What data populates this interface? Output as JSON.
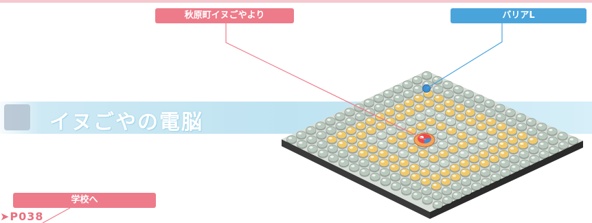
{
  "labels": {
    "akihabara": "秋原町イヌごやより",
    "barrier": "バリアL",
    "school": "学校へ",
    "school_page": "P038"
  },
  "title": {
    "text": "イヌごやの電脳",
    "icon": "net-area-emblem-icon"
  },
  "map": {
    "grid_size": 15,
    "tile_color_outer": "#b9c9bd",
    "tile_color_ring": "#f0c96a",
    "platform_color": "#4a4a4a",
    "entry_marker": "entry-portal-icon",
    "barrier_marker": "barrier-node-icon"
  },
  "colors": {
    "pink_label": "#ee7b8a",
    "blue_label": "#4aa4dc",
    "pink_line": "#ee7b8a",
    "blue_line": "#4aa4dc",
    "barrier_dot": "#3f8fd6"
  }
}
